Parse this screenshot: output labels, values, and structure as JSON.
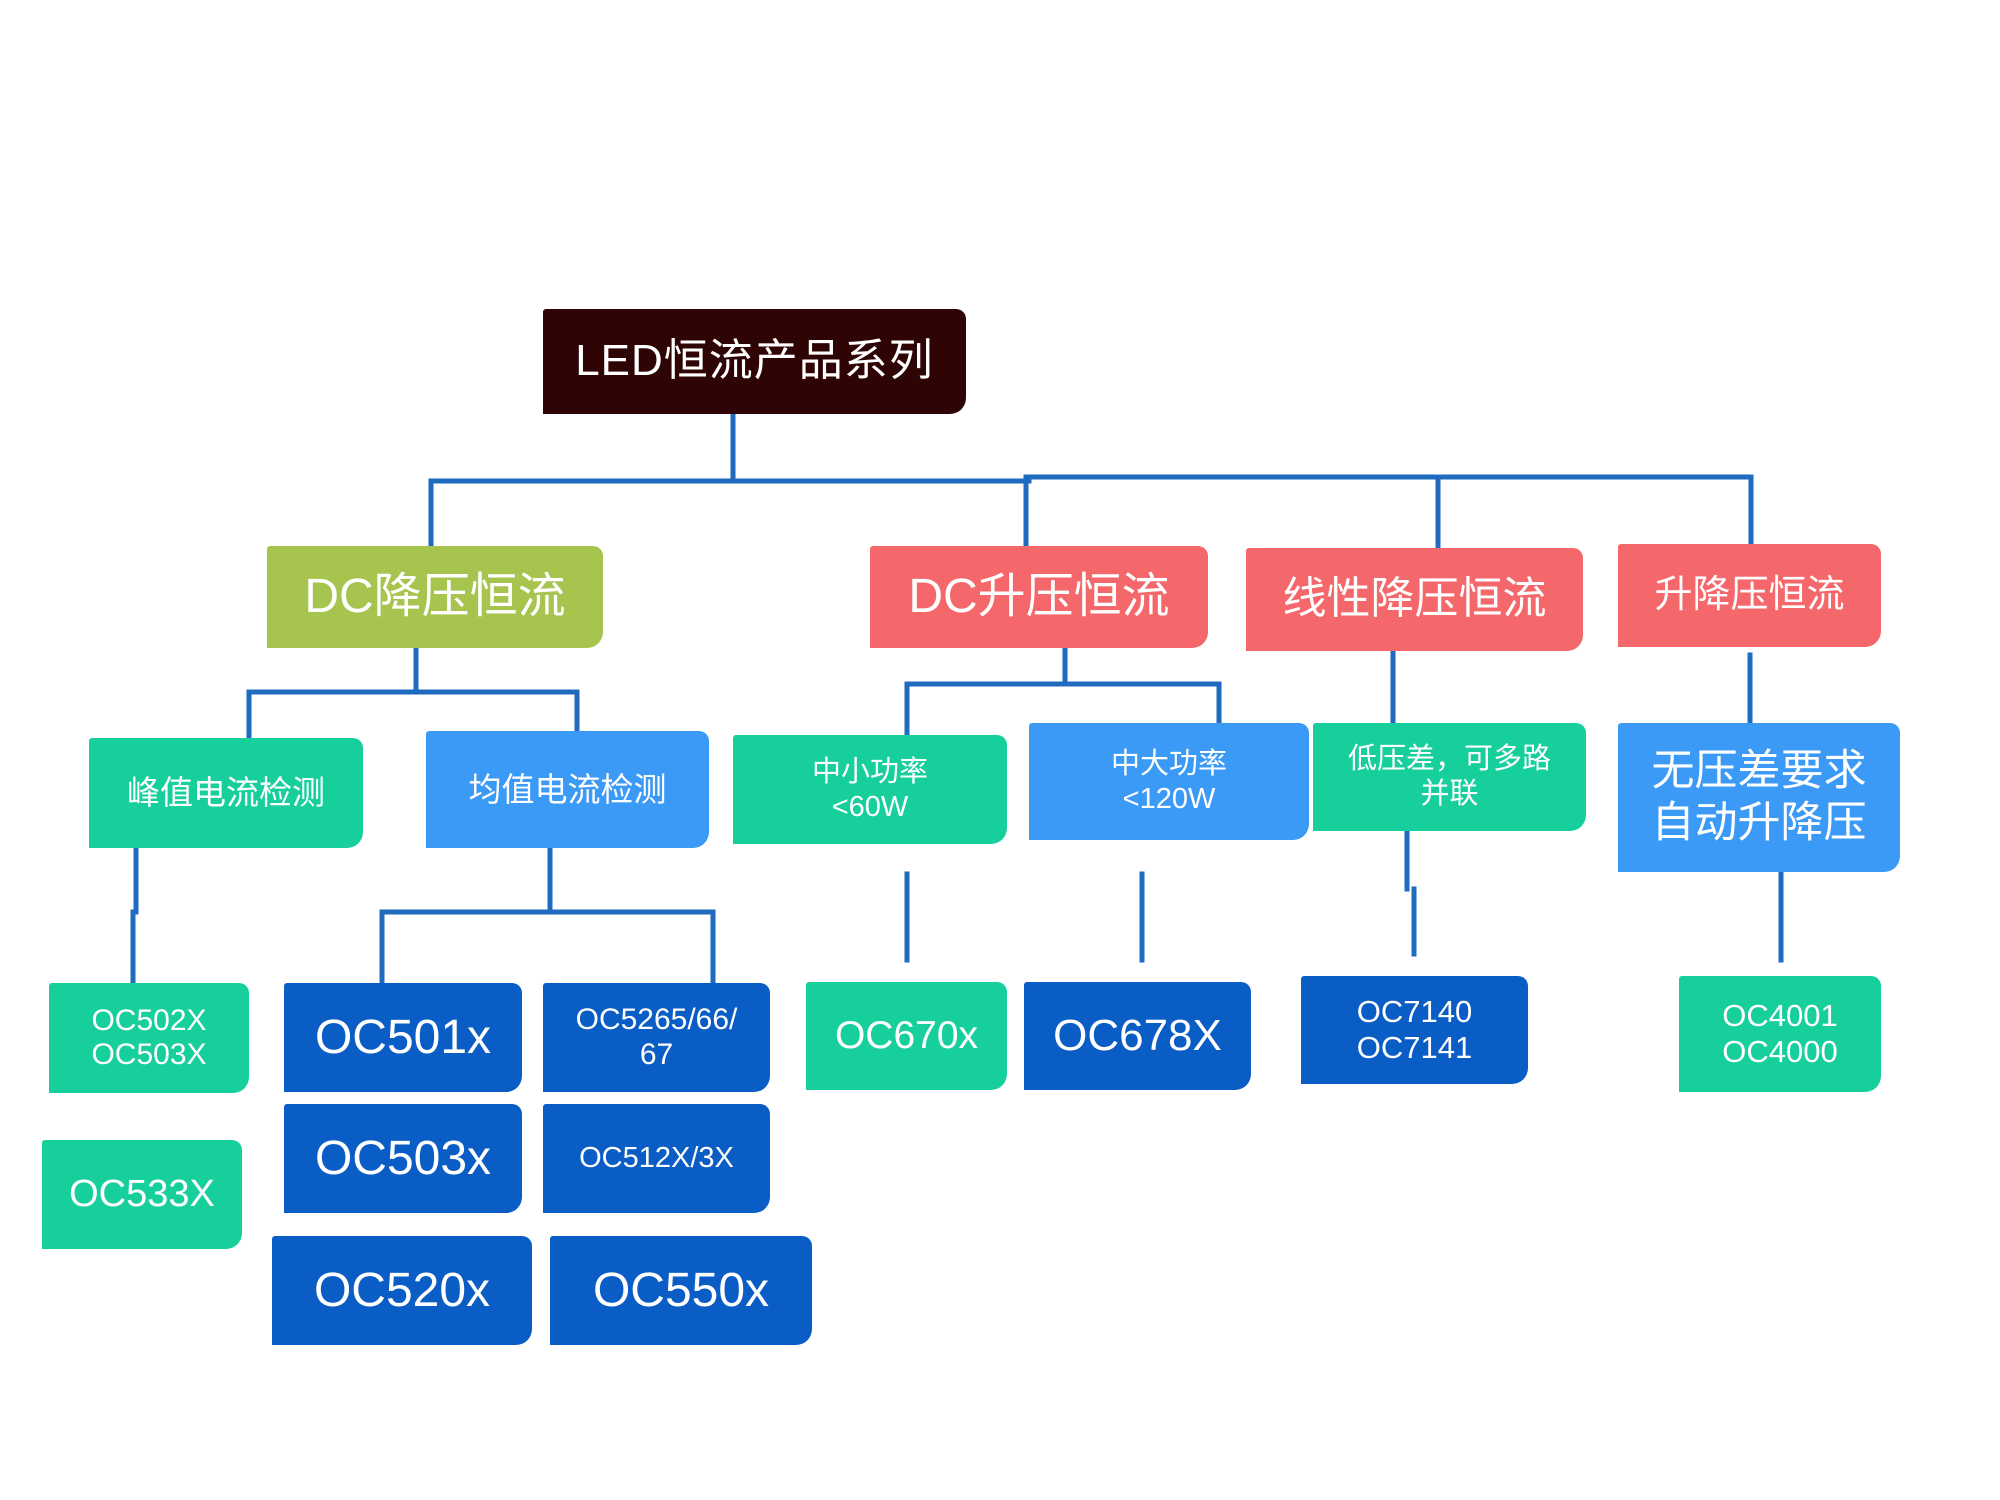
{
  "colors": {
    "background": "#ffffff",
    "root": "#2f0405",
    "green": "#a6c44e",
    "coral": "#f4676a",
    "teal": "#17cf9c",
    "light_blue": "#3c9af7",
    "dark_blue": "#0b5dc6",
    "connector": "#1f6bbf",
    "text": "#ffffff"
  },
  "root": "LED恒流产品系列",
  "branches": [
    {
      "label": "DC降压恒流",
      "children": [
        {
          "label": [
            "峰值电流检测"
          ],
          "products": [
            [
              "OC502X",
              "OC503X"
            ],
            [
              "OC533X"
            ]
          ]
        },
        {
          "label": [
            "均值电流检测"
          ],
          "products": [
            [
              "OC501x"
            ],
            [
              "OC5265/66/",
              "67"
            ],
            [
              "OC503x"
            ],
            [
              "OC512X/3X"
            ],
            [
              "OC520x"
            ],
            [
              "OC550x"
            ]
          ]
        }
      ]
    },
    {
      "label": "DC升压恒流",
      "children": [
        {
          "label": [
            "中小功率",
            "<60W"
          ],
          "products": [
            [
              "OC670x"
            ]
          ]
        },
        {
          "label": [
            "中大功率",
            "<120W"
          ],
          "products": [
            [
              "OC678X"
            ]
          ]
        }
      ]
    },
    {
      "label": "线性降压恒流",
      "children": [
        {
          "label": [
            "低压差，可多路",
            "并联"
          ],
          "products": [
            [
              "OC7140",
              "OC7141"
            ]
          ]
        }
      ]
    },
    {
      "label": "升降压恒流",
      "children": [
        {
          "label": [
            "无压差要求",
            "自动升降压"
          ],
          "products": [
            [
              "OC4001",
              "OC4000"
            ]
          ]
        }
      ]
    }
  ]
}
